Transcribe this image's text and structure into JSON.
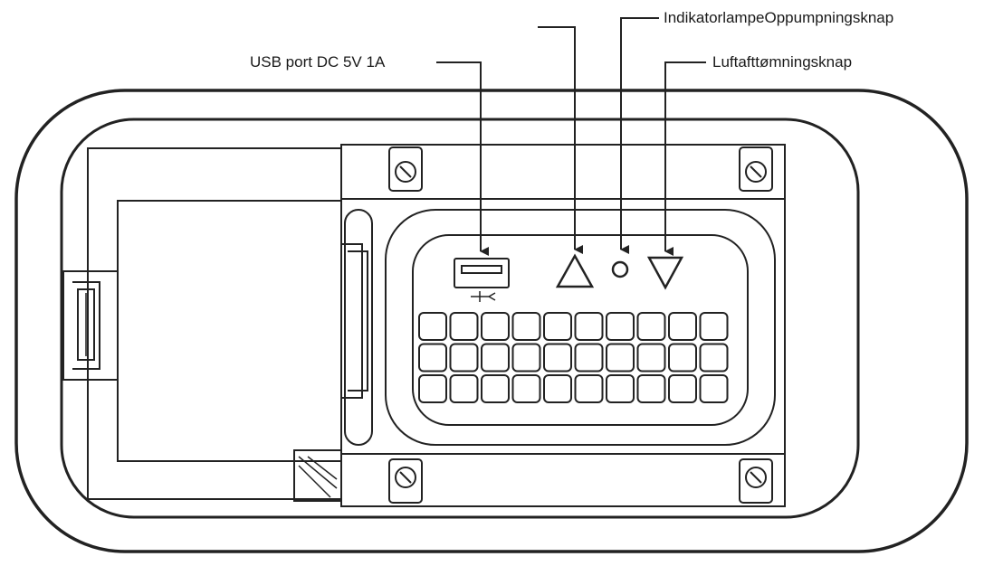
{
  "callouts": {
    "usb_port": "USB port DC 5V 1A",
    "indicator_inflate": "IndikatorlampeOppumpningsknap",
    "deflate_button": "Luftafttømningsknap"
  },
  "colors": {
    "ink": "#222222",
    "background": "#ffffff"
  }
}
